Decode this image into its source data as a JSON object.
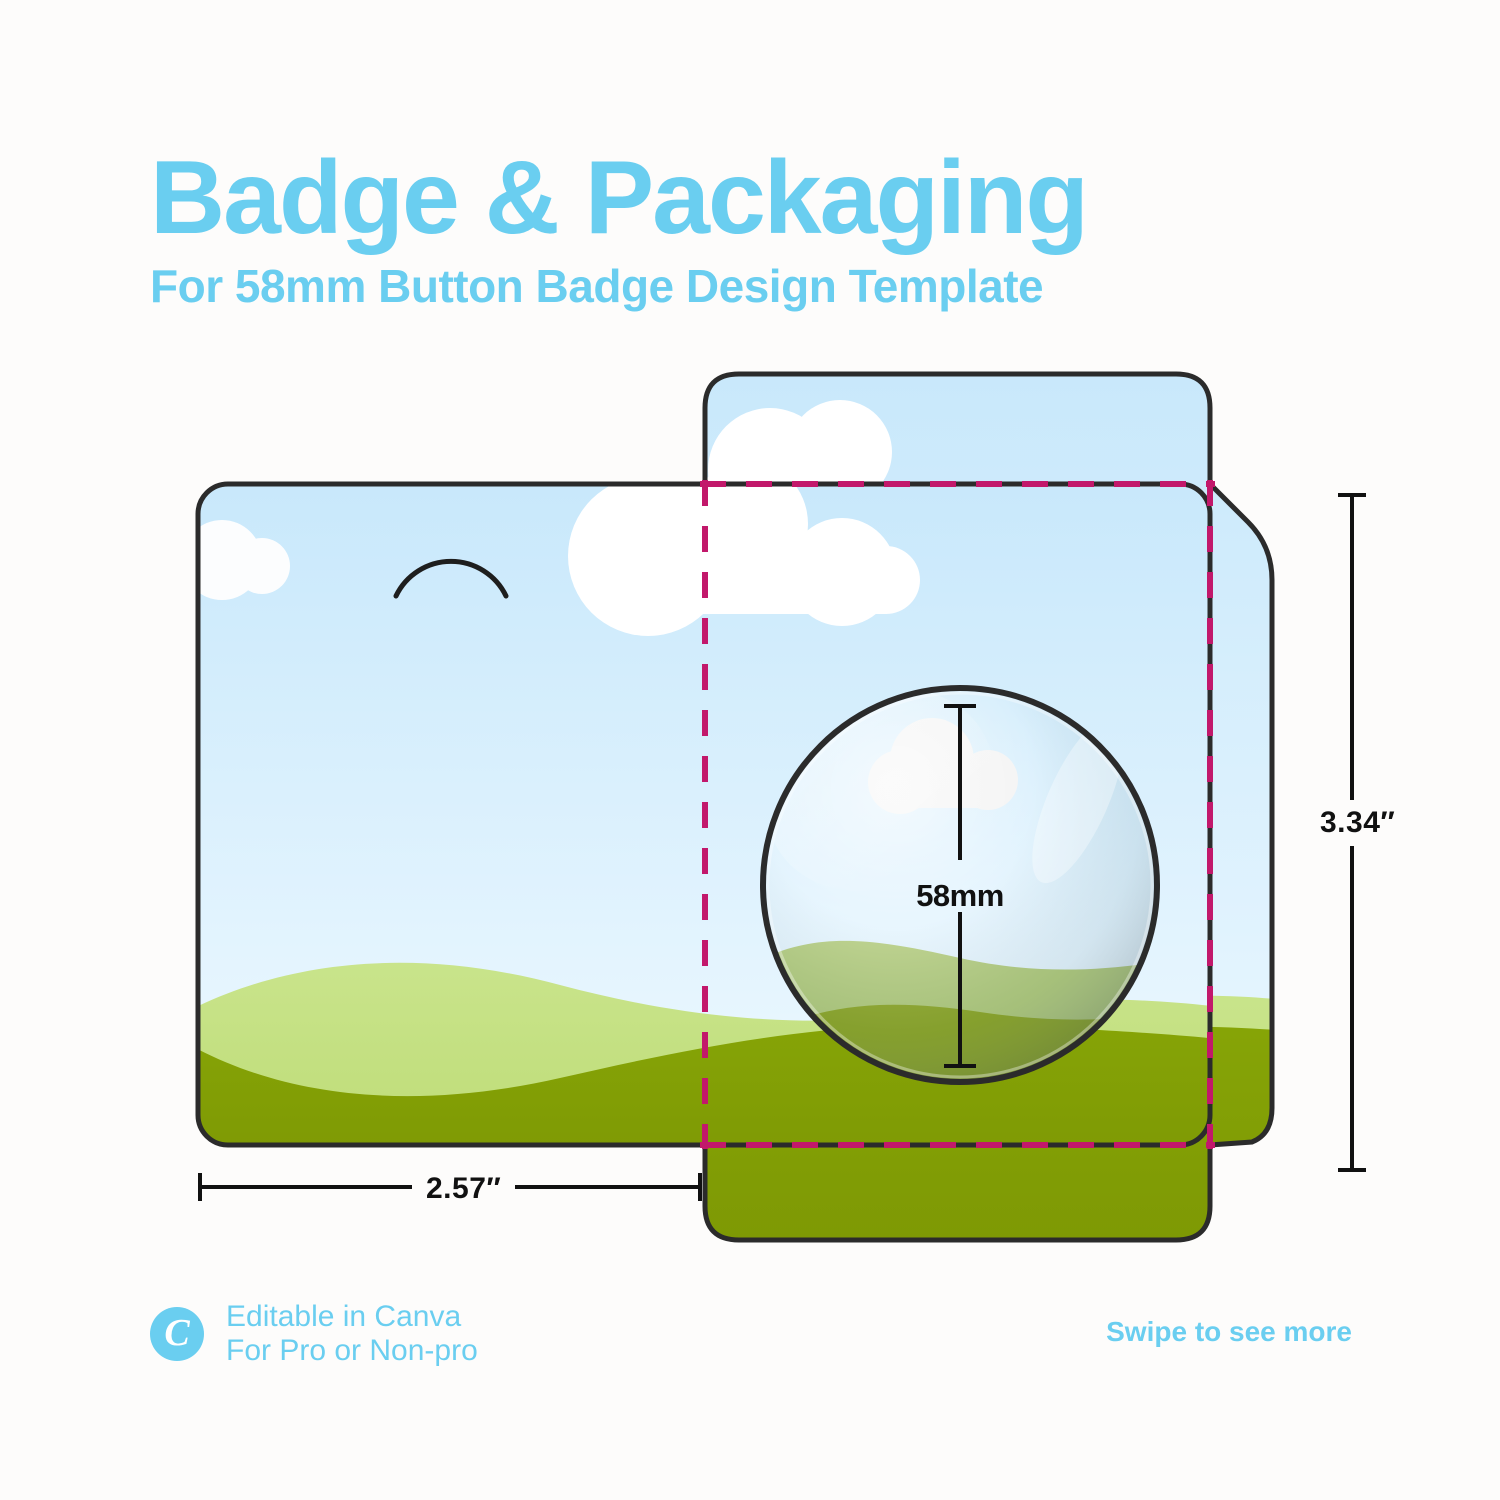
{
  "page": {
    "background": "#FDFCFB",
    "accent_blue": "#6ACEF0",
    "magenta_dashed": "#C2186B",
    "outline": "#2B2B2B"
  },
  "header": {
    "title": "Badge & Packaging",
    "subtitle": "For 58mm Button Badge Design Template"
  },
  "artwork": {
    "sky_top": "#C8E8FB",
    "sky_bottom": "#EDF8FE",
    "hill_light": "#C4E080",
    "hill_dark": "#7E9A05",
    "cloud": "#FFFFFF",
    "badge_diameter_label": "58mm",
    "hang_hole_icon": "arc-slot-icon"
  },
  "dimensions": {
    "height_label": "3.34″",
    "width_label": "2.57″"
  },
  "footer": {
    "canva_mark": "C",
    "canva_line1": "Editable in Canva",
    "canva_line2": "For Pro or Non-pro",
    "swipe": "Swipe to see more"
  }
}
